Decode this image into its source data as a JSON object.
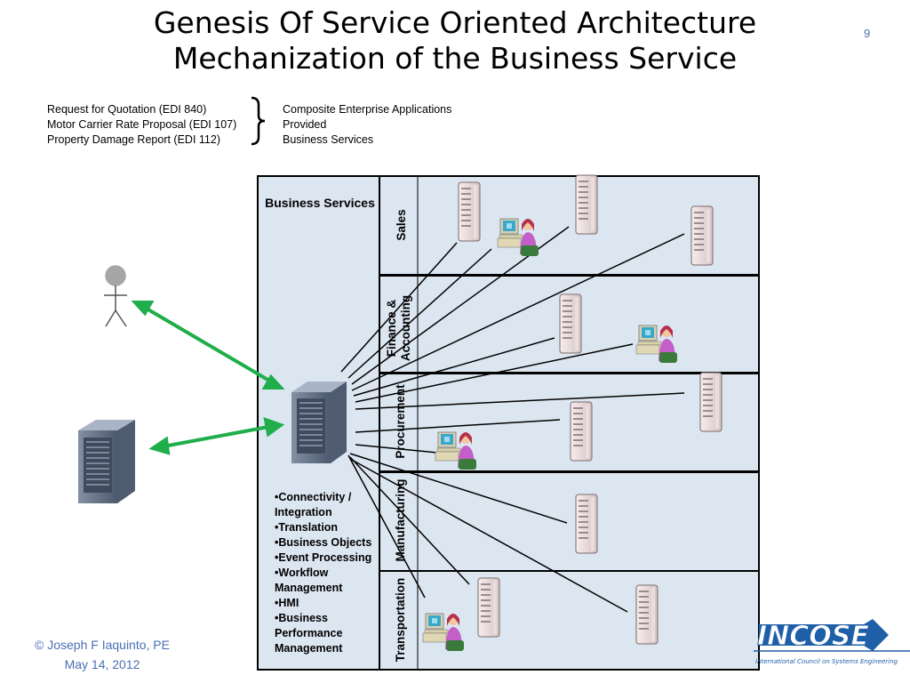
{
  "slide": {
    "title_line1": "Genesis Of Service Oriented Architecture",
    "title_line2": "Mechanization of the Business Service",
    "number": "9"
  },
  "edi_list": [
    "Request for Quotation (EDI 840)",
    "Motor Carrier Rate Proposal (EDI 107)",
    "Property Damage Report (EDI 112)"
  ],
  "composite_list": [
    "Composite Enterprise Applications",
    "Provided",
    "Business Services"
  ],
  "business_services": {
    "title": "Business Services",
    "bullets": [
      "•Connectivity / Integration",
      "•Translation",
      "•Business Objects",
      "•Event Processing",
      "•Workflow Management",
      "•HMI",
      "•Business Performance Management"
    ]
  },
  "lanes": {
    "sales": "Sales",
    "finance_line1": "Finance &",
    "finance_line2": "Accounting",
    "procurement": "Procurement",
    "manufacturing": "Manufacturing",
    "transportation": "Transportation"
  },
  "footer": {
    "copyright": "© Joseph F Iaquinto, PE",
    "date": "May 14, 2012"
  },
  "logo": {
    "name": "INCOSE",
    "tagline": "International Council on Systems Engineering"
  },
  "colors": {
    "panel_fill": "#dce6f1",
    "arrow_green": "#1fae4b",
    "accent_blue": "#4a6fb5",
    "logo_blue": "#1f5fa8"
  }
}
